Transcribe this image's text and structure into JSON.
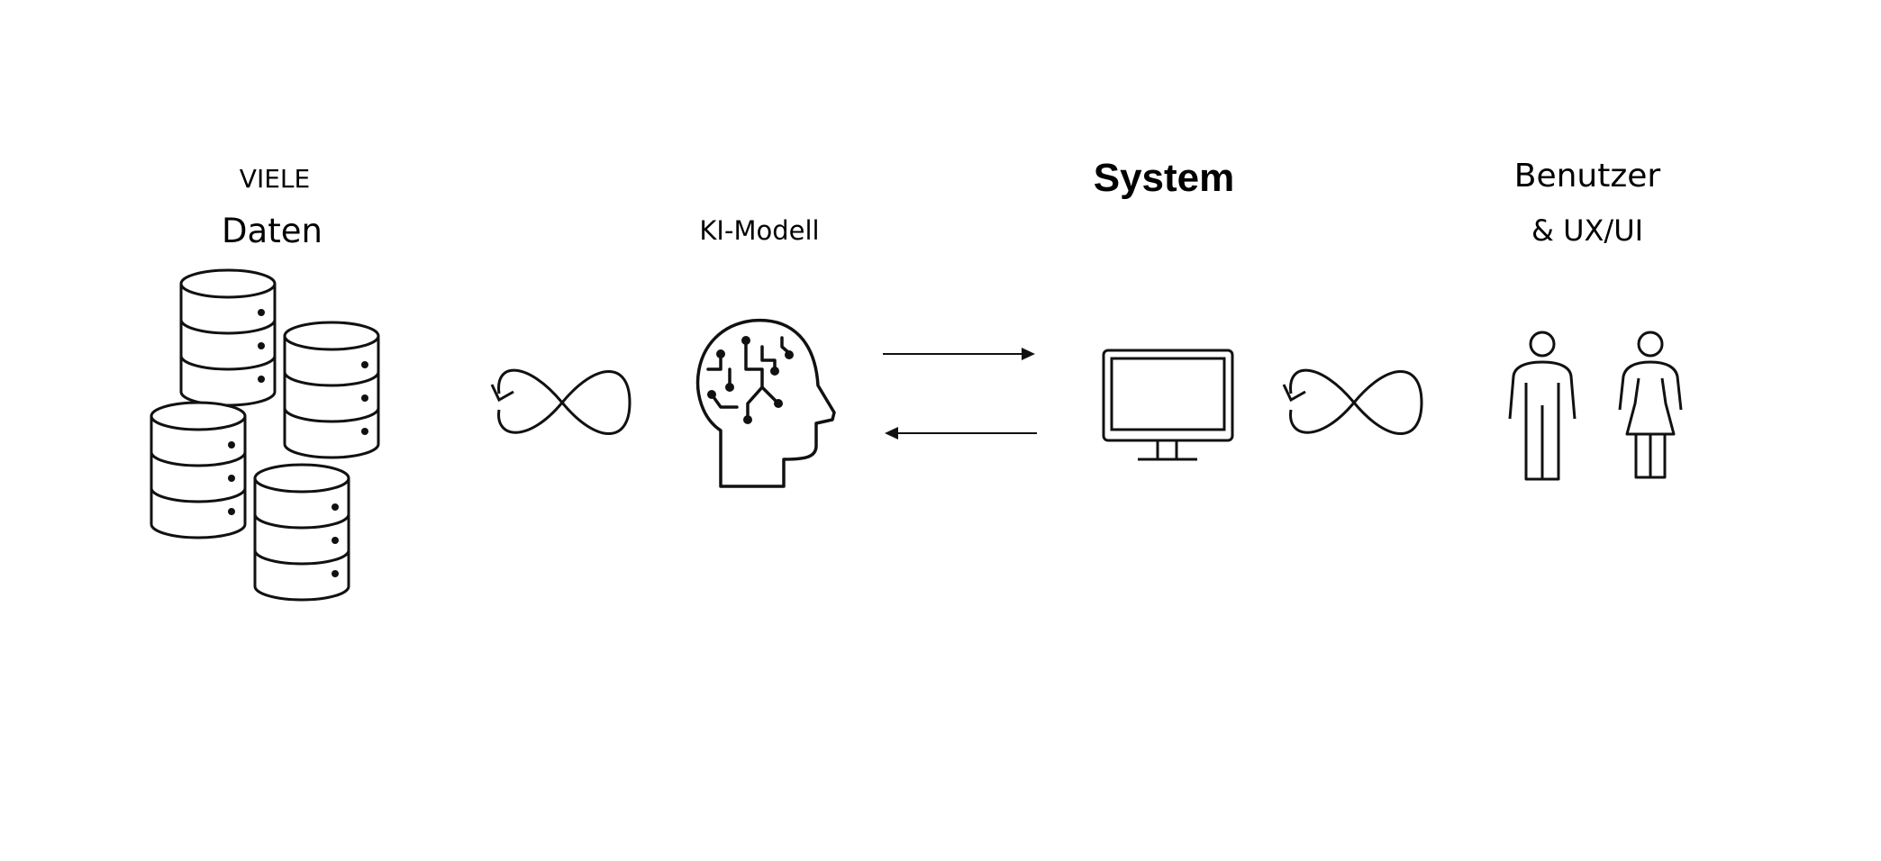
{
  "labels": {
    "viele": "VIELE",
    "daten": "Daten",
    "ki_modell": "KI-Modell",
    "system": "System",
    "benutzer": "Benutzer",
    "ux_ui": "& UX/UI"
  },
  "icons": {
    "data": "database-stack-icon",
    "loop_left": "infinity-loop-icon",
    "model": "ai-head-circuit-icon",
    "arrow_forward": "arrow-right-icon",
    "arrow_back": "arrow-left-icon",
    "system": "monitor-icon",
    "loop_right": "infinity-loop-icon",
    "users": "man-and-woman-icon"
  },
  "colors": {
    "stroke": "#111111",
    "background": "#ffffff"
  }
}
